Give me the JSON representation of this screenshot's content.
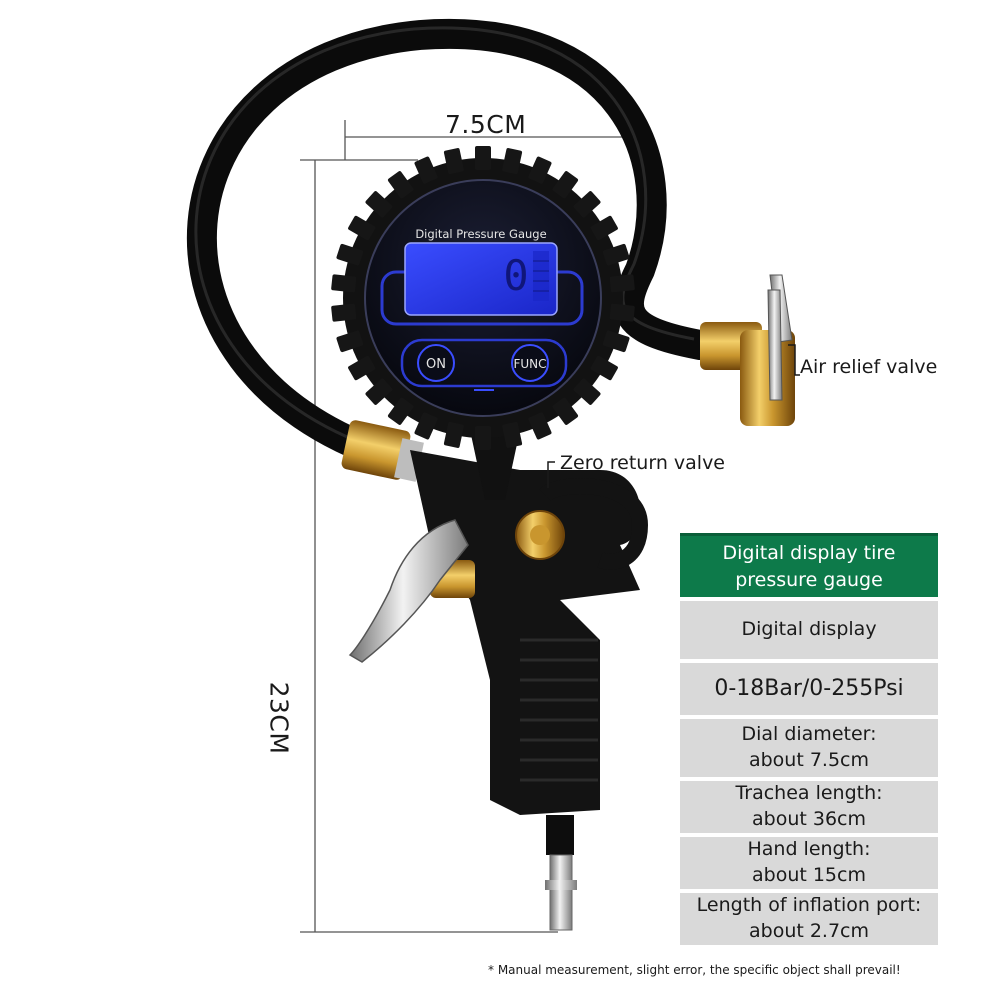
{
  "dimensions": {
    "width_label": "7.5CM",
    "height_label": "23CM"
  },
  "gauge": {
    "face_title": "Digital Pressure Gauge",
    "lcd_reading": "0",
    "on_button_label": "ON",
    "func_button_label": "FUNC"
  },
  "callouts": {
    "air_relief": "Air relief valve",
    "zero_return": "Zero return valve"
  },
  "spec_table": {
    "header": "Digital display tire\npressure gauge",
    "rows": [
      "Digital display",
      "0-18Bar/0-255Psi",
      "Dial diameter:\nabout 7.5cm",
      "Trachea length:\nabout 36cm",
      "Hand length:\nabout 15cm",
      "Length of inflation port:\nabout 2.7cm"
    ]
  },
  "footnote": "* Manual measurement, slight error, the specific object shall prevail!",
  "colors": {
    "header_green": "#0d7a4a",
    "row_gray": "#d9d9d9",
    "lcd_blue": "#2a3cf0",
    "brass": "#c9962e"
  }
}
